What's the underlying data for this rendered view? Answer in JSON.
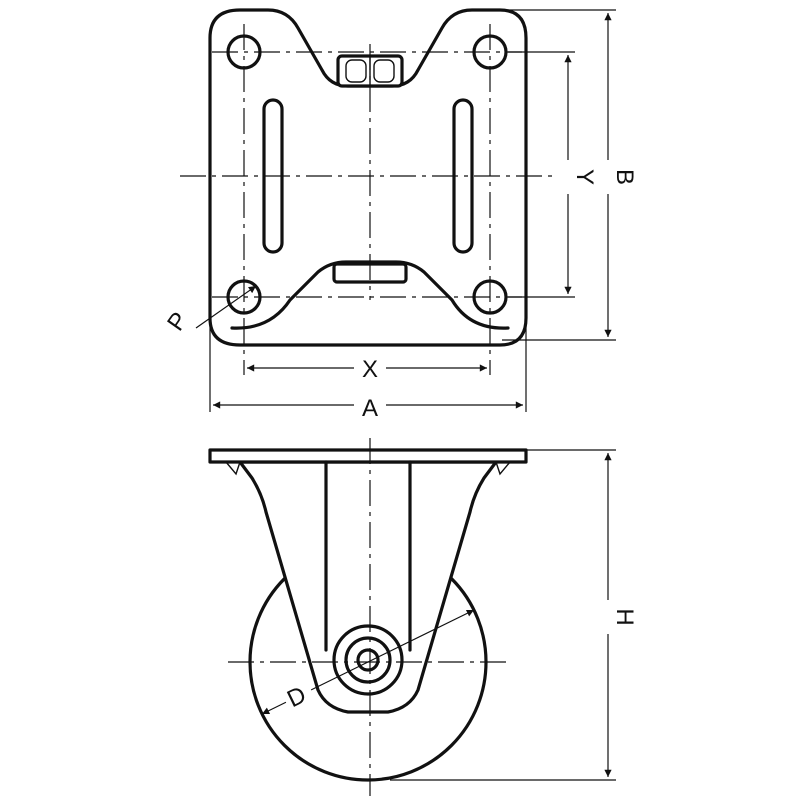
{
  "dimension_labels": {
    "A": "A",
    "B": "B",
    "X": "X",
    "Y": "Y",
    "P": "P",
    "H": "H",
    "D": "D"
  }
}
